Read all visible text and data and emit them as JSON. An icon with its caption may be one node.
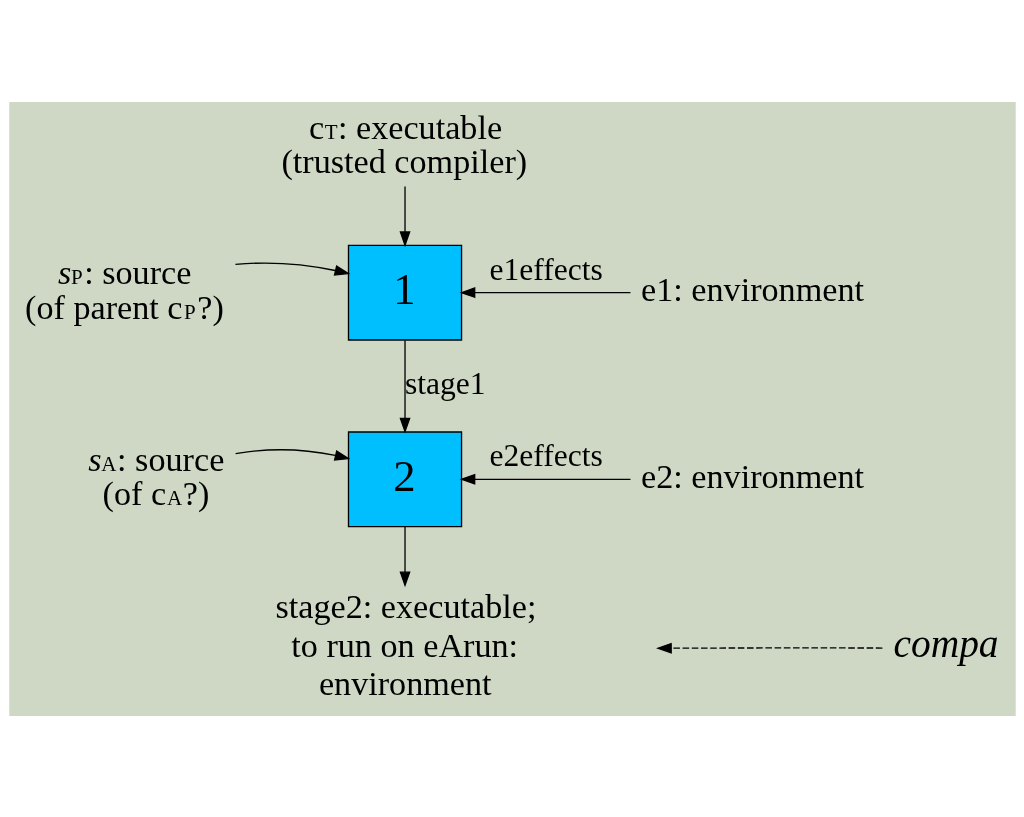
{
  "diagram": {
    "nodes": [
      {
        "text": [
          "c$_{T}$: executable (trusted compiler)"
        ]
      },
      {
        "text": [
          "*s*$_{P}$: source (of parent c$_{P}$?)"
        ]
      },
      {
        "text": [
          "1"
        ]
      },
      {
        "text": [
          "e1: environment"
        ]
      },
      {
        "text": [
          "*s*$_{A}$: source (of c$_{A}$?)"
        ]
      },
      {
        "text": [
          "2"
        ]
      },
      {
        "text": [
          "e2: environment"
        ]
      },
      {
        "text": [
          "stage2: executable; to run on eArun: environment"
        ]
      },
      {
        "text": [
          "*compa*"
        ]
      }
    ],
    "edges": [
      {
        "from": 0,
        "to": 2,
        "arrow": "to"
      },
      {
        "from": 1,
        "to": 2,
        "arrow": "to"
      },
      {
        "from": 3,
        "to": 2,
        "arrow": "to",
        "label": "e1effects"
      },
      {
        "from": 2,
        "to": 5,
        "arrow": "to",
        "label": "stage1"
      },
      {
        "from": 4,
        "to": 5,
        "arrow": "to"
      },
      {
        "from": 6,
        "to": 5,
        "arrow": "to",
        "label": "e2effects"
      },
      {
        "from": 5,
        "to": 7,
        "arrow": "to"
      },
      {
        "from": 8,
        "to": null,
        "arrow": "to",
        "style": "dashed"
      }
    ]
  }
}
